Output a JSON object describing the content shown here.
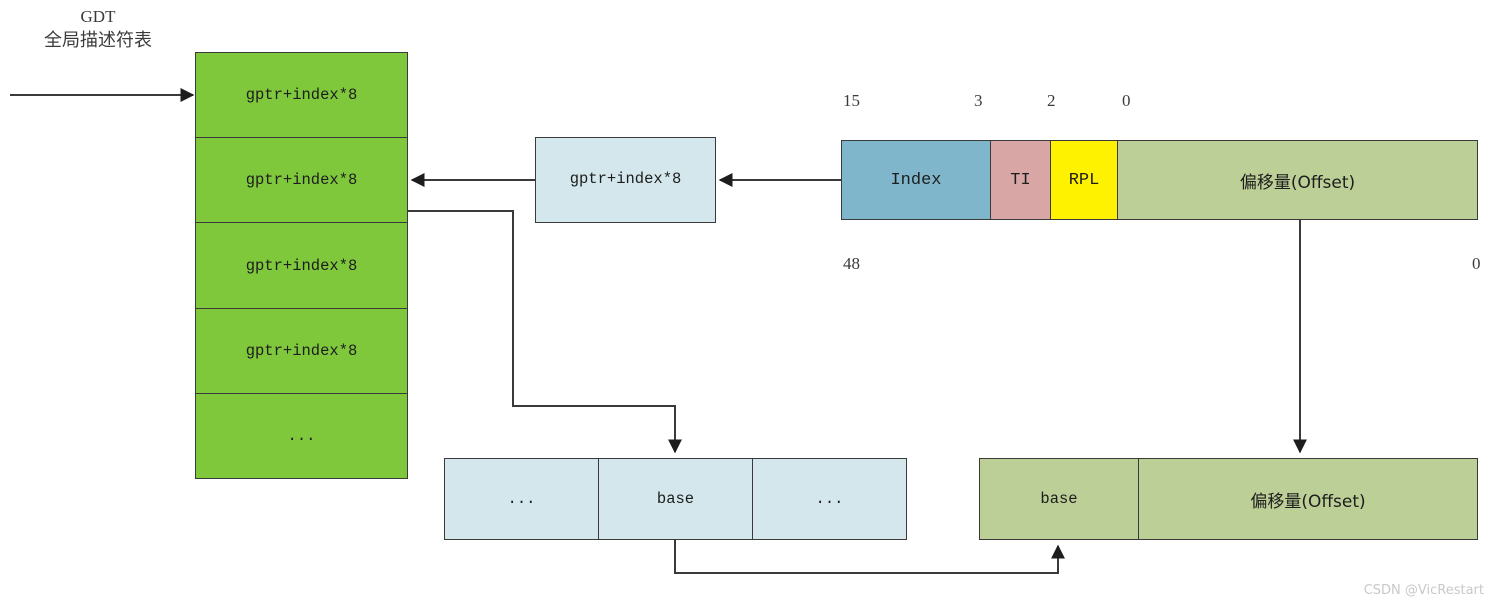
{
  "diagram": {
    "title_label": {
      "abbrev": "GDT",
      "chinese": "全局描述符表"
    },
    "gdt_table": {
      "rows": [
        {
          "label": "gptr+index*8"
        },
        {
          "label": "gptr+index*8"
        },
        {
          "label": "gptr+index*8"
        },
        {
          "label": "gptr+index*8"
        },
        {
          "label": "..."
        }
      ],
      "fill_color": "#7FC83C"
    },
    "mid_box": {
      "label": "gptr+index*8",
      "fill_color": "#D3E7EC"
    },
    "selector": {
      "cells": [
        {
          "label": "Index",
          "fill_color": "#7FB6CC"
        },
        {
          "label": "TI",
          "fill_color": "#D9A6A6"
        },
        {
          "label": "RPL",
          "fill_color": "#FFF200"
        },
        {
          "label": "偏移量(Offset)",
          "fill_color": "#BCCF96"
        }
      ],
      "bit_labels_top": [
        "15",
        "3",
        "2",
        "0"
      ],
      "bit_labels_bottom": [
        "48",
        "0"
      ]
    },
    "descriptor": {
      "cells": [
        {
          "label": "..."
        },
        {
          "label": "base"
        },
        {
          "label": "..."
        }
      ],
      "fill_color": "#D3E7EC"
    },
    "linear_address": {
      "cells": [
        {
          "label": "base"
        },
        {
          "label": "偏移量(Offset)"
        }
      ],
      "fill_color": "#BCCF96"
    },
    "watermark": "CSDN @VicRestart",
    "line_color": "#3a3a3a"
  }
}
